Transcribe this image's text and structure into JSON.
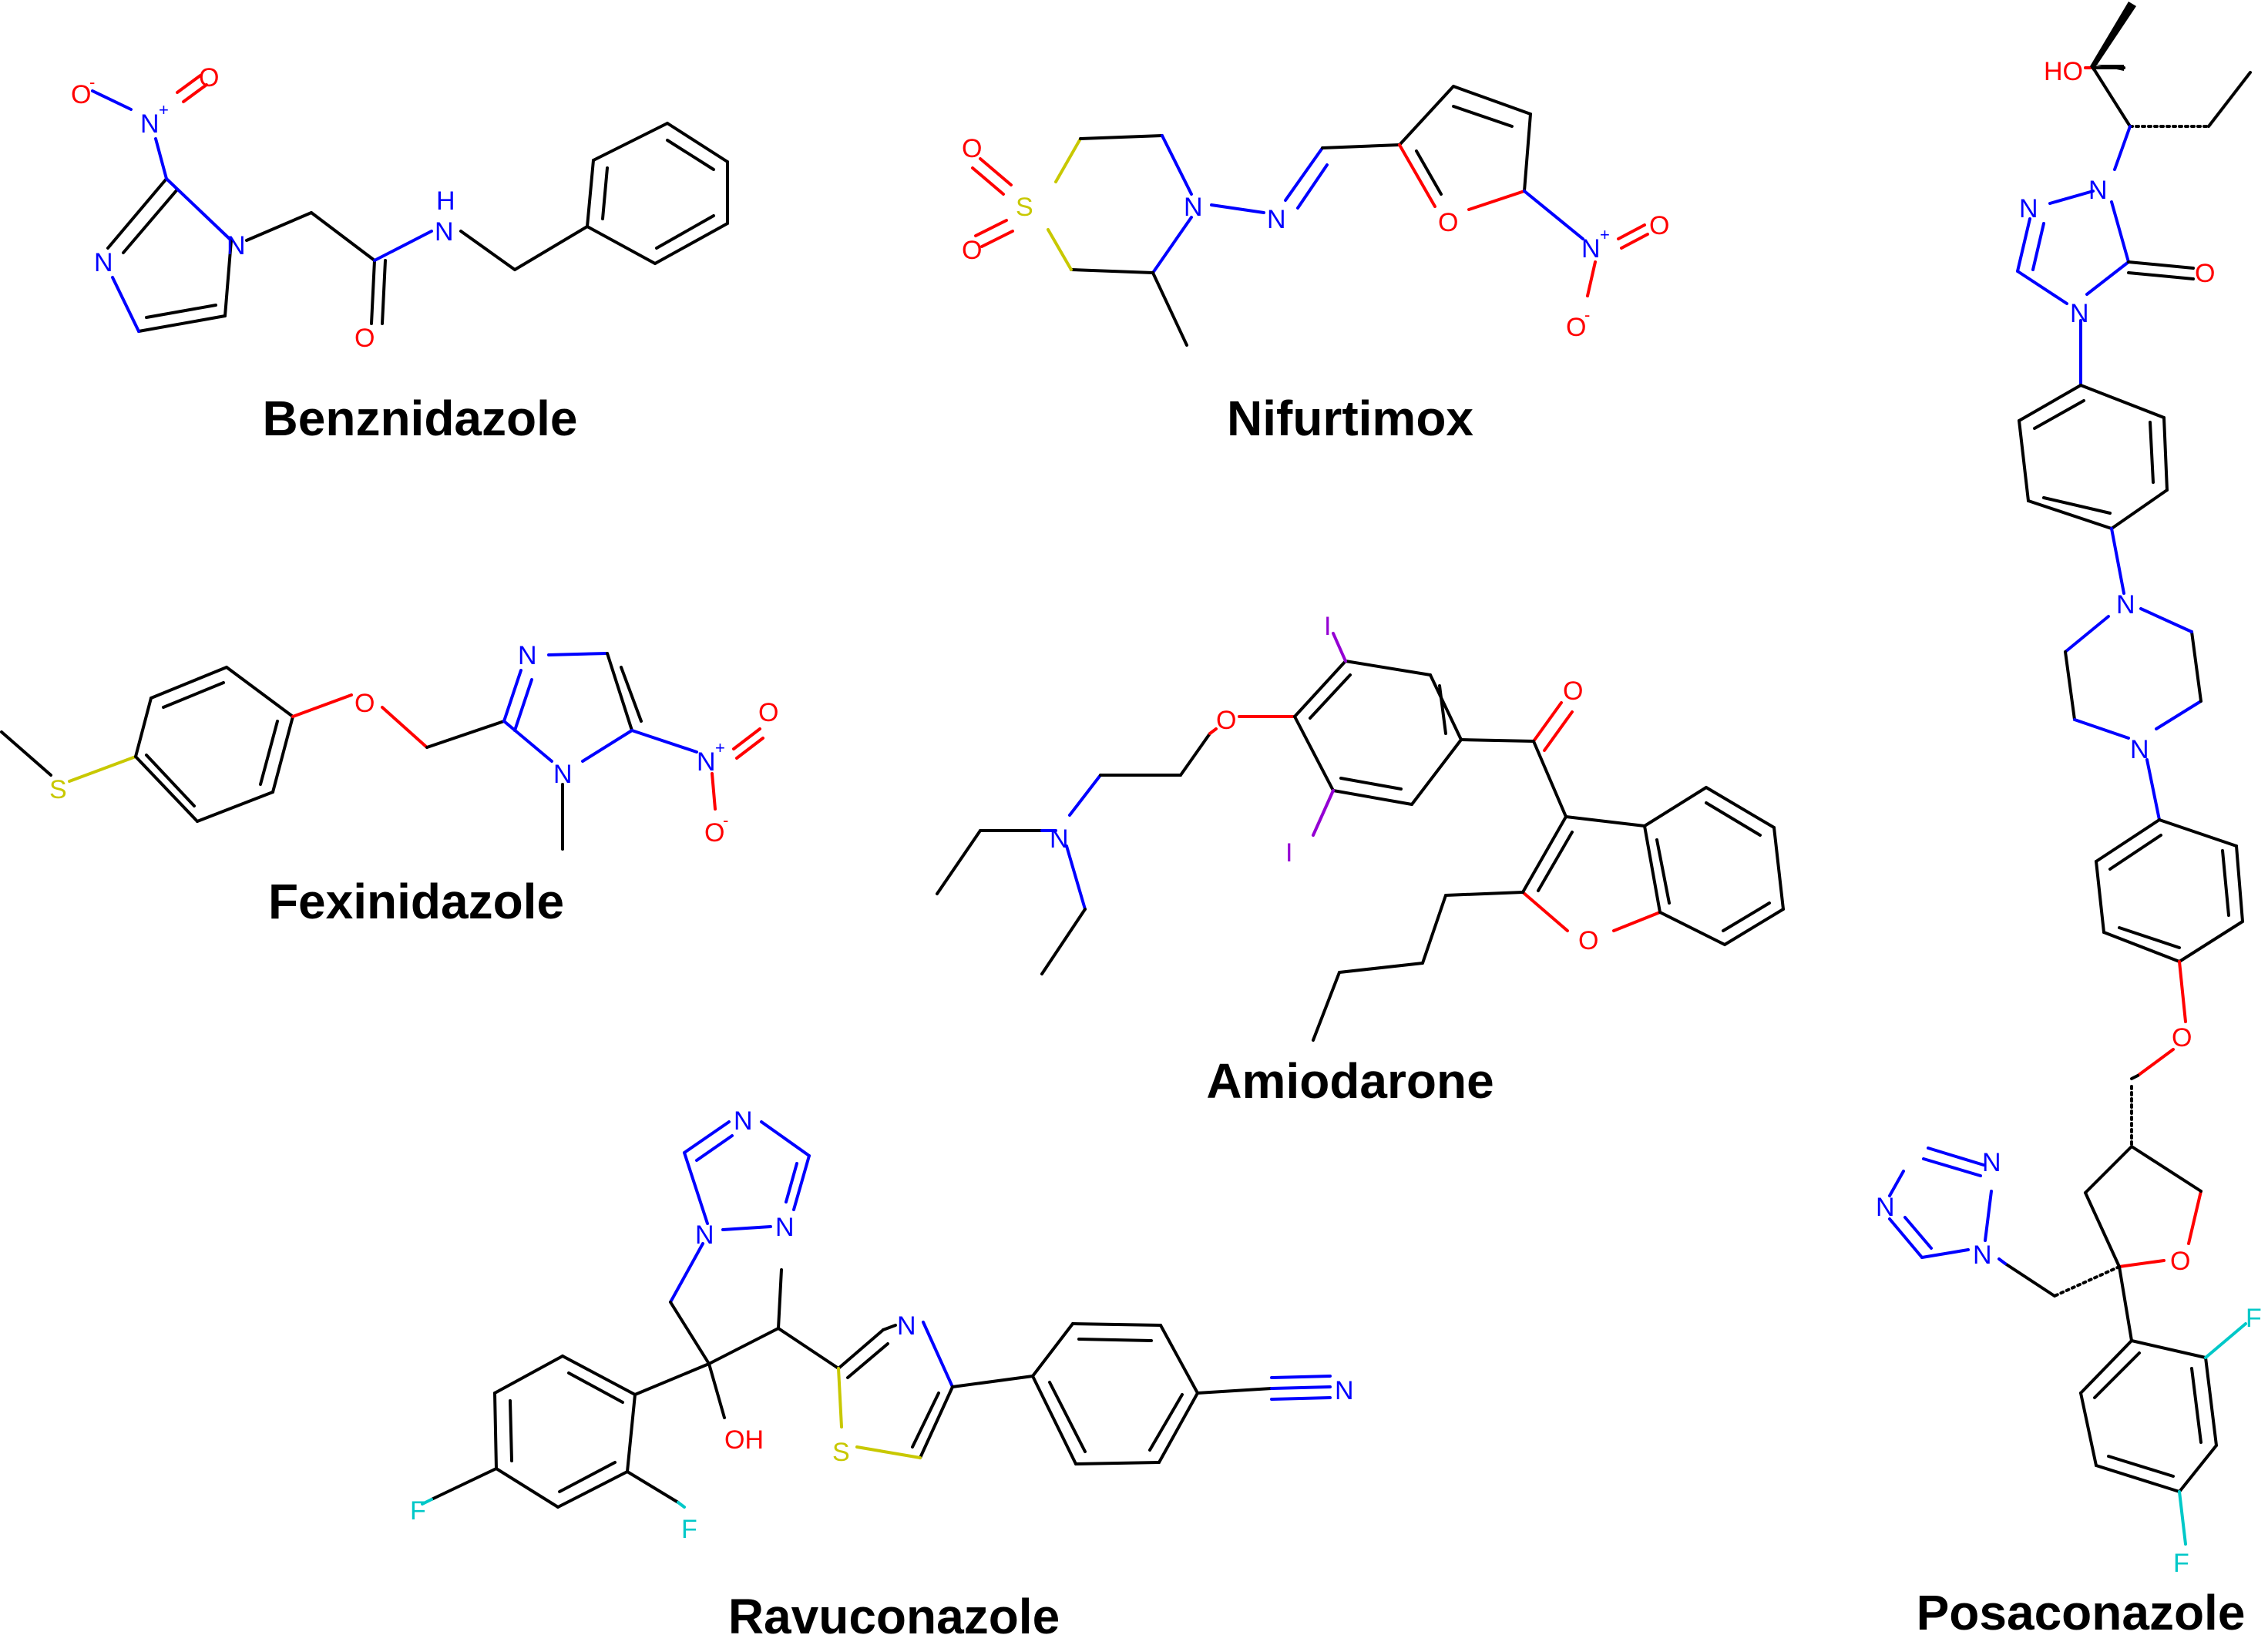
{
  "colors": {
    "bond": "#000000",
    "N": "#0000ff",
    "O": "#ff0000",
    "S": "#c8c800",
    "I": "#9400d3",
    "F": "#00c8c8"
  },
  "compounds": [
    {
      "name": "Benznidazole"
    },
    {
      "name": "Nifurtimox"
    },
    {
      "name": "Fexinidazole"
    },
    {
      "name": "Amiodarone"
    },
    {
      "name": "Ravuconazole"
    },
    {
      "name": "Posaconazole"
    }
  ]
}
